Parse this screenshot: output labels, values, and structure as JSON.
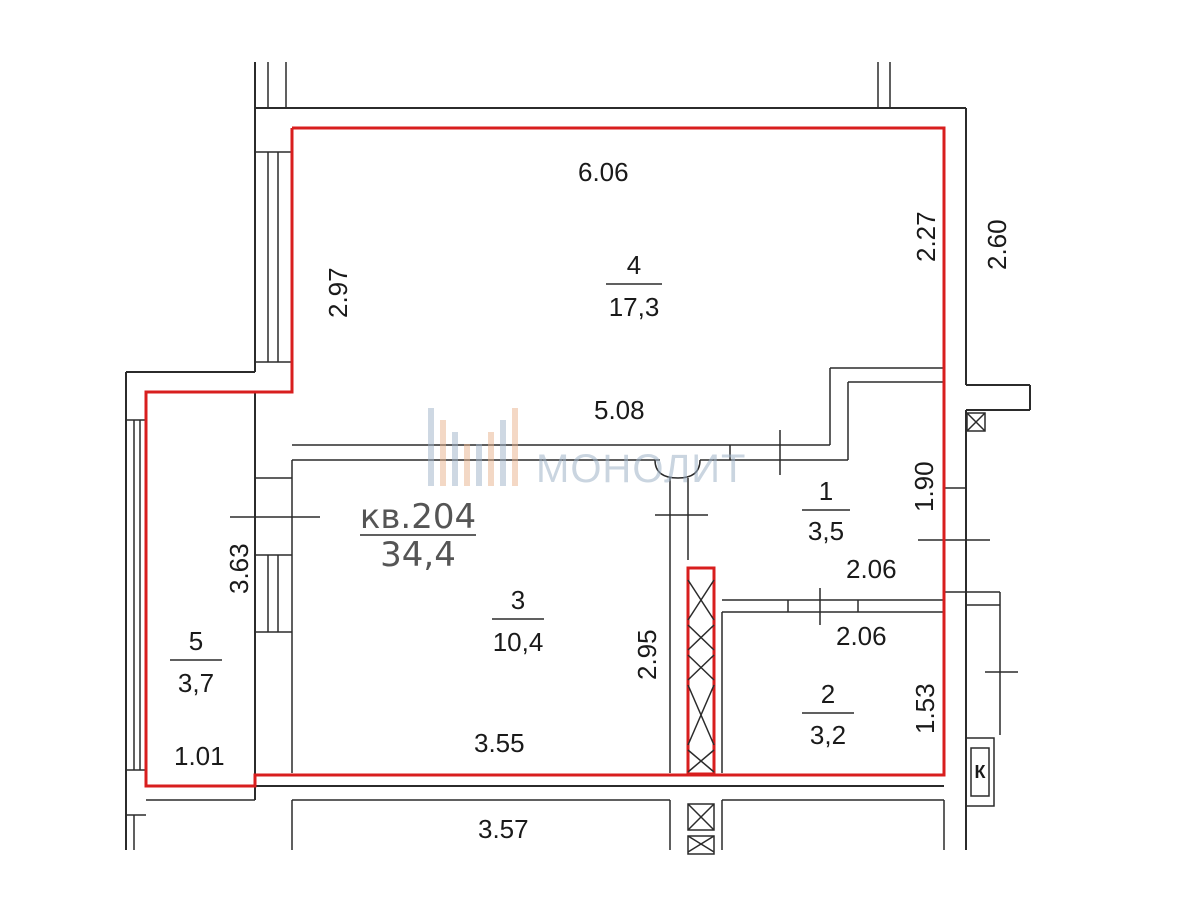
{
  "apartment": {
    "label": "кв.204",
    "area": "34,4"
  },
  "rooms": [
    {
      "id": "room-4",
      "number": "4",
      "area": "17,3"
    },
    {
      "id": "room-3",
      "number": "3",
      "area": "10,4"
    },
    {
      "id": "room-1",
      "number": "1",
      "area": "3,5"
    },
    {
      "id": "room-2",
      "number": "2",
      "area": "3,2"
    },
    {
      "id": "room-5",
      "number": "5",
      "area": "3,7"
    }
  ],
  "dimensions": {
    "d606": "6.06",
    "d297": "2.97",
    "d227": "2.27",
    "d260": "2.60",
    "d508": "5.08",
    "d190": "1.90",
    "d363": "3.63",
    "d206a": "2.06",
    "d206b": "2.06",
    "d295": "2.95",
    "d153": "1.53",
    "d355": "3.55",
    "d101": "1.01",
    "d357": "3.57"
  },
  "watermark": "МОНОЛИТ",
  "marker_k": "К",
  "colors": {
    "outline": "#d81e1e",
    "wall": "#2b2b2b",
    "watermark": "#9fb3c8"
  }
}
